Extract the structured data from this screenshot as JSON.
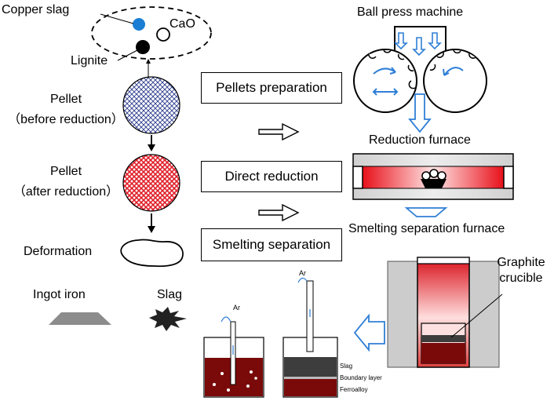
{
  "raw_materials": {
    "copper_slag": "Copper slag",
    "cao": "CaO",
    "lignite": "Lignite"
  },
  "pellet_before": {
    "line1": "Pellet",
    "line2": "（before reduction）"
  },
  "pellet_after": {
    "line1": "Pellet",
    "line2": "（after reduction）"
  },
  "deformation": "Deformation",
  "ingot_iron": "Ingot iron",
  "slag": "Slag",
  "steps": {
    "pellets_preparation": "Pellets preparation",
    "direct_reduction": "Direct reduction",
    "smelting_separation": "Smelting separation"
  },
  "equipment": {
    "ball_press": "Ball press machine",
    "reduction_furnace": "Reduction furnace",
    "smelting_furnace": "Smelting separation furnace",
    "graphite_crucible_1": "Graphite",
    "graphite_crucible_2": "crucible"
  },
  "crucible_left": {
    "gas": "Ar"
  },
  "crucible_right": {
    "gas": "Ar",
    "layer_slag": "Slag",
    "layer_boundary": "Boundary layer",
    "layer_ferroalloy": "Ferroalloy"
  },
  "colors": {
    "copper_slag": "#1a7fd4",
    "arrow_blue": "#2f7fd6",
    "pellet_red": "#e0202a",
    "molten_red": "#7a0a0a",
    "slag_dark": "#3d3d3d"
  }
}
